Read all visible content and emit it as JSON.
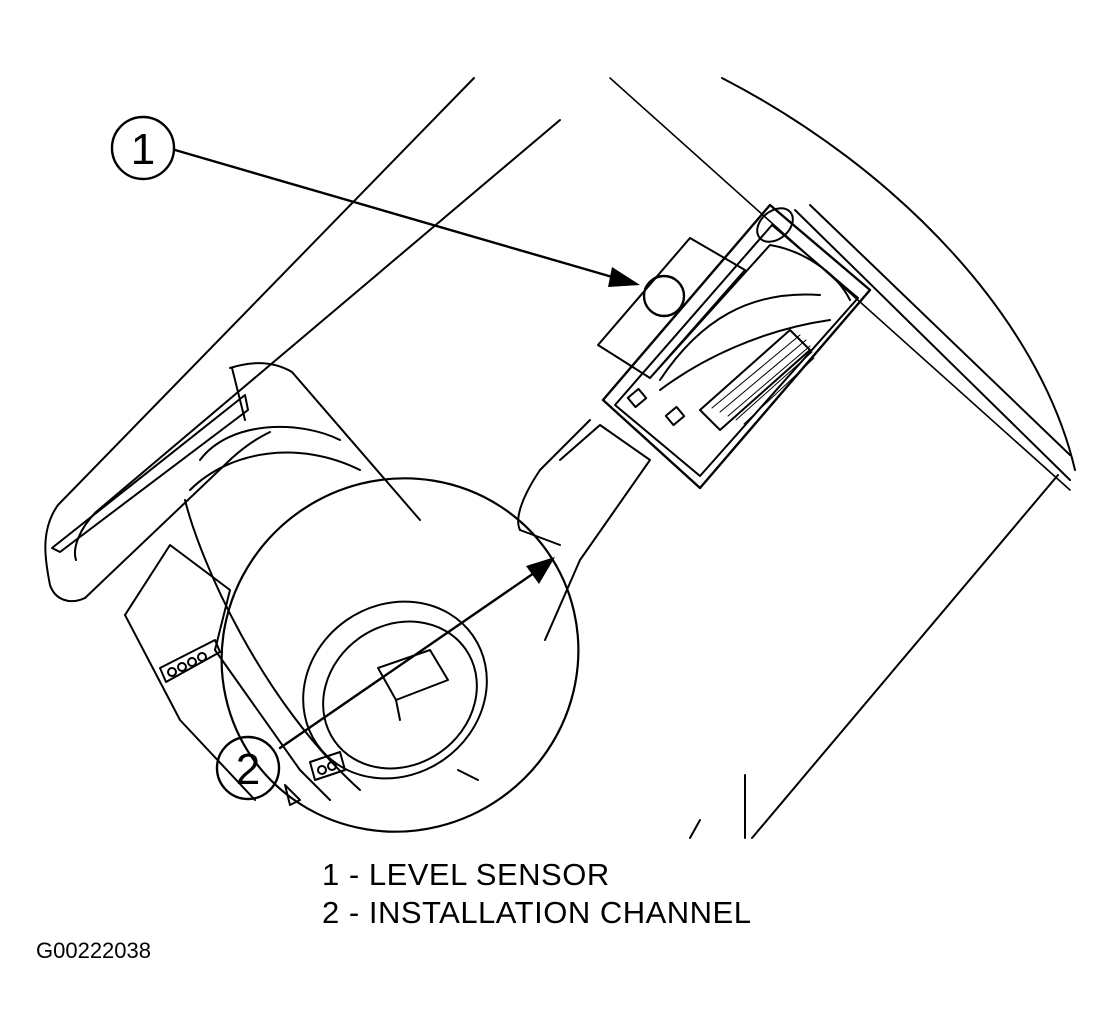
{
  "callouts": [
    {
      "number": "1"
    },
    {
      "number": "2"
    }
  ],
  "legend": [
    {
      "number": "1",
      "separator": "-",
      "label": "LEVEL SENSOR"
    },
    {
      "number": "2",
      "separator": "-",
      "label": "INSTALLATION CHANNEL"
    }
  ],
  "figure_id": "G00222038"
}
